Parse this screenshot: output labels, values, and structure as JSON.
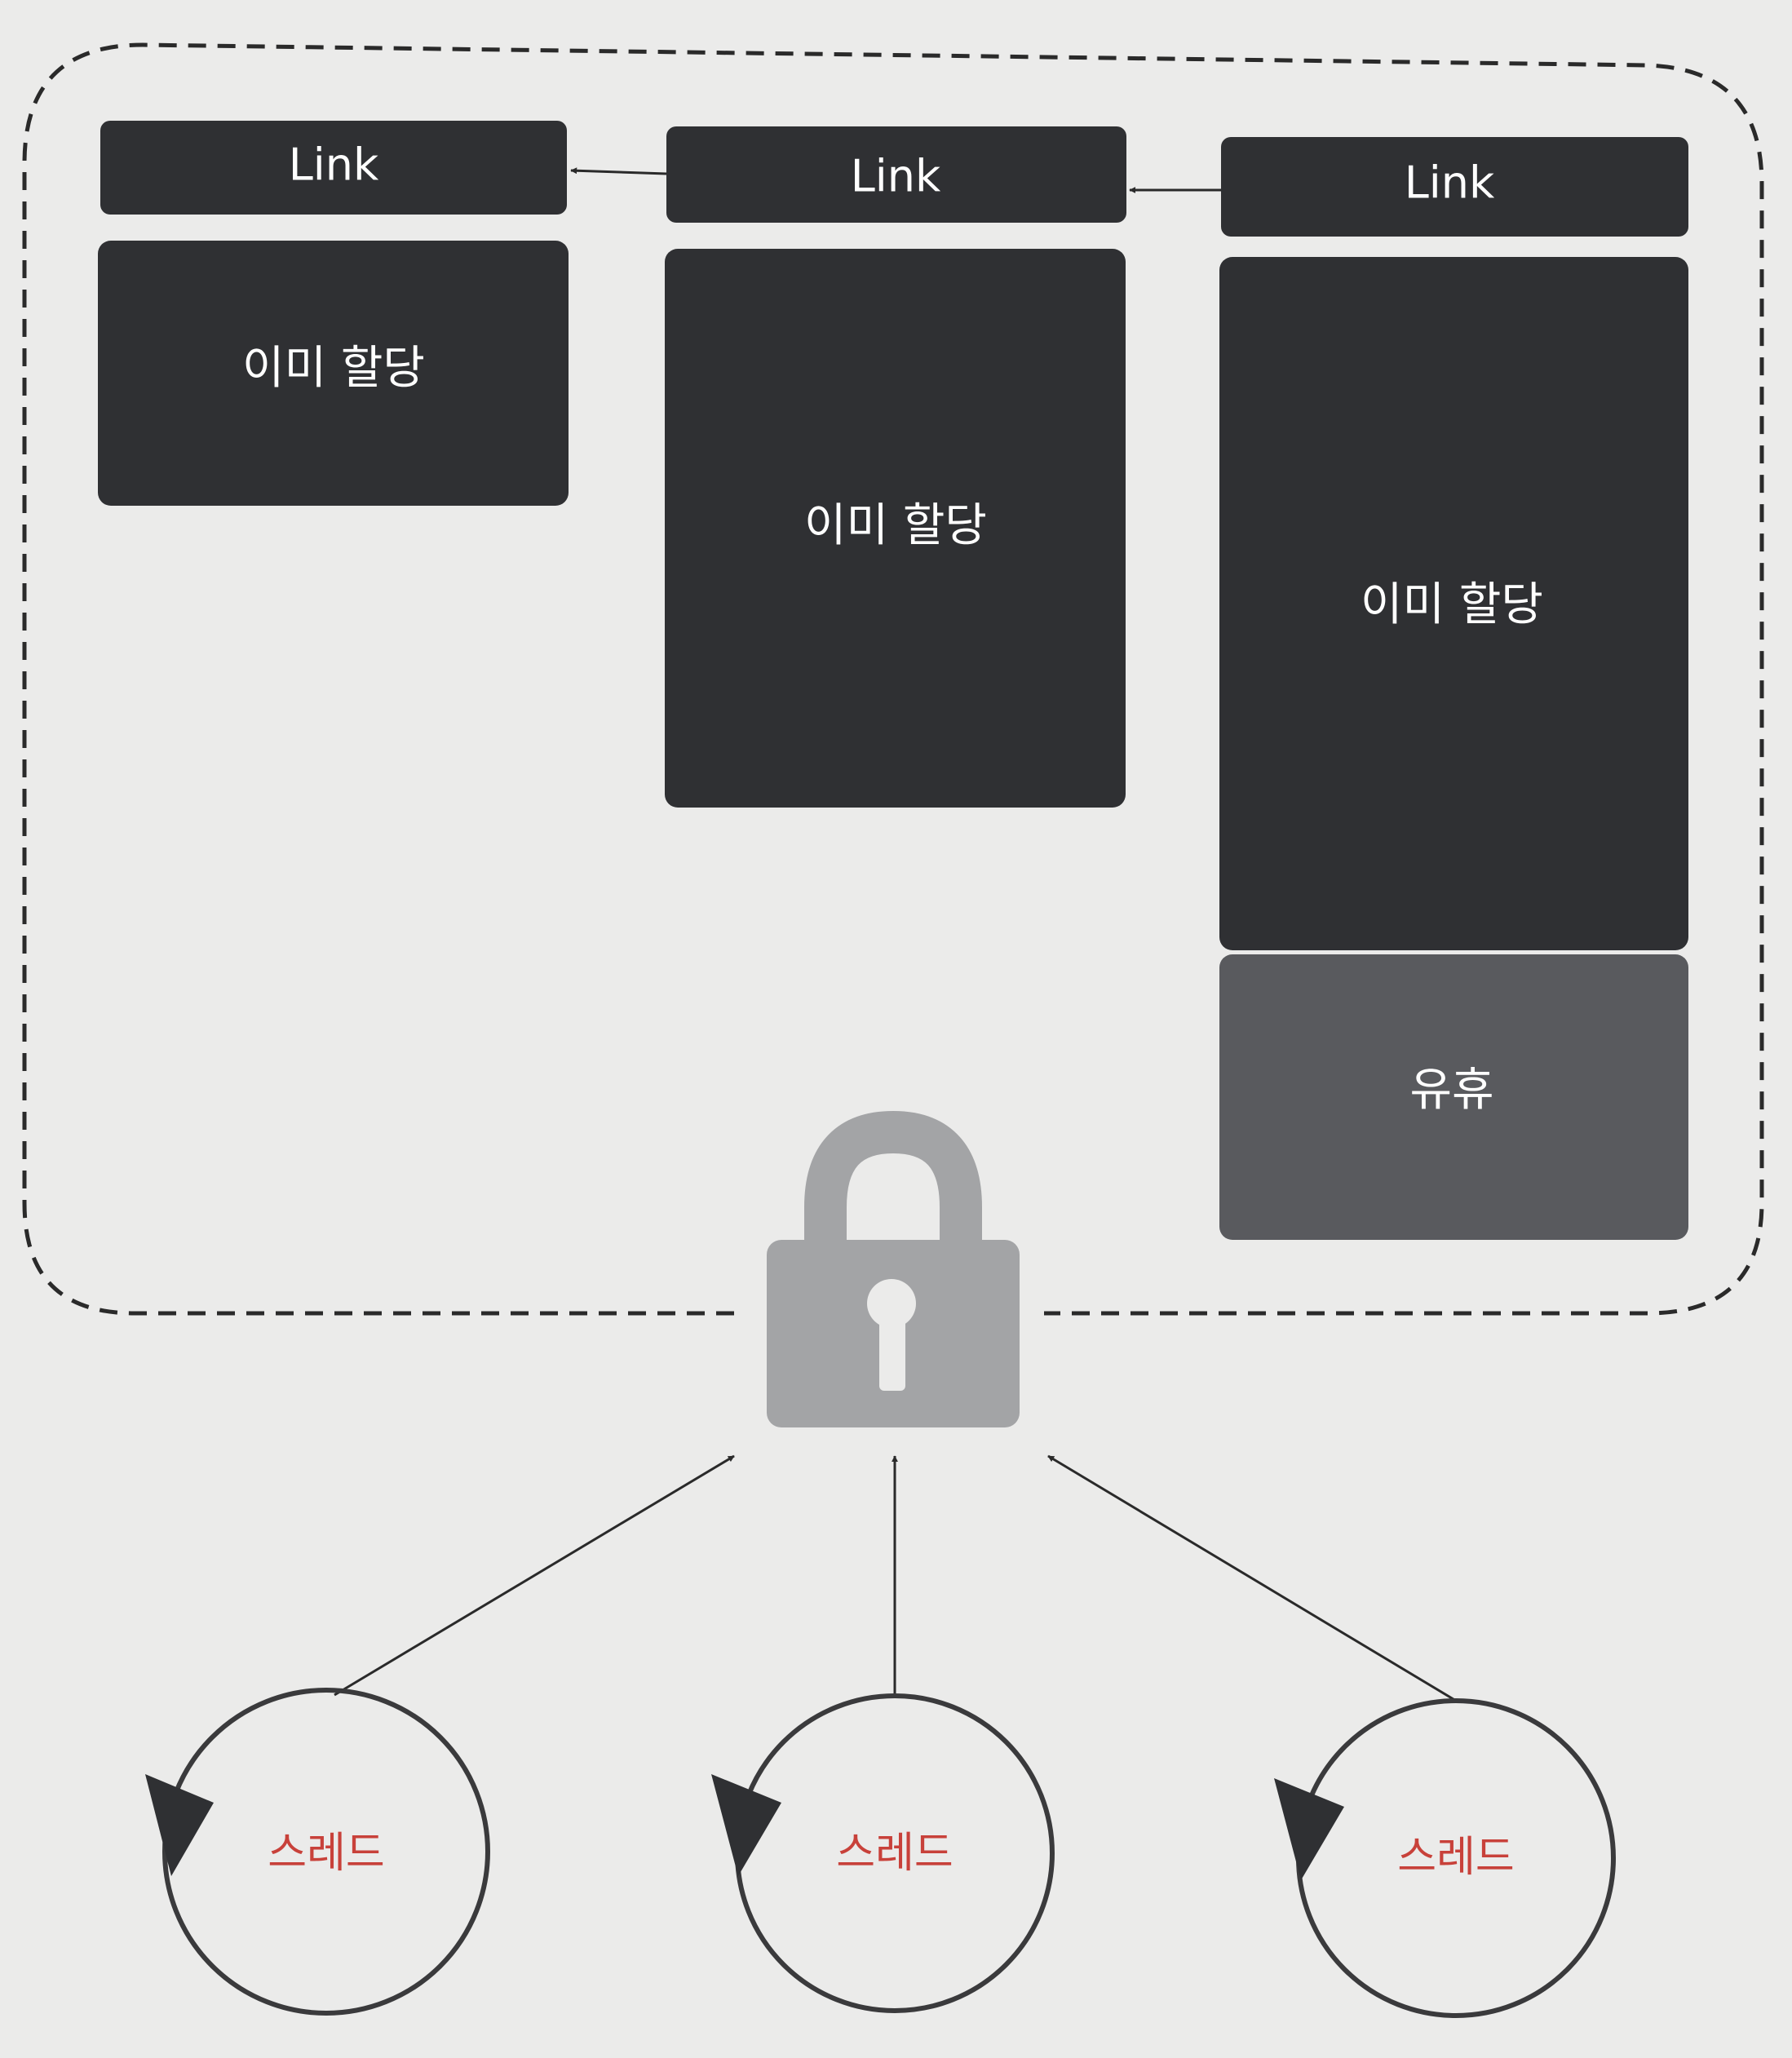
{
  "colors": {
    "background": "#ebebea",
    "block_dark": "#2f3033",
    "block_idle": "#595a5e",
    "lock": "#a3a4a6",
    "thread_text": "#c8413a",
    "line": "#2a2a2a"
  },
  "pool": {
    "columns": [
      {
        "link_label": "Link",
        "allocated_label": "이미 할당"
      },
      {
        "link_label": "Link",
        "allocated_label": "이미 할당"
      },
      {
        "link_label": "Link",
        "allocated_label": "이미 할당",
        "idle_label": "유휴"
      }
    ]
  },
  "lock": {
    "icon": "padlock-icon"
  },
  "threads": [
    {
      "label": "스레드"
    },
    {
      "label": "스레드"
    },
    {
      "label": "스레드"
    }
  ]
}
